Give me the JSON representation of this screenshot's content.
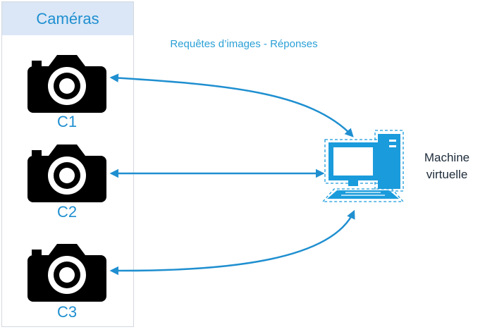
{
  "panel": {
    "title": "Caméras"
  },
  "cameras": [
    {
      "label": "C1"
    },
    {
      "label": "C2"
    },
    {
      "label": "C3"
    }
  ],
  "connection_label": "Requêtes d’images - Réponses",
  "vm": {
    "line1": "Machine",
    "line2": "virtuelle"
  },
  "colors": {
    "accent": "#1f8fd0",
    "header_bg": "#dbe7f6",
    "camera": "#000000",
    "computer": "#1a9bdc",
    "arrow": "#1f8fd0"
  },
  "icons": {
    "camera": "camera-icon",
    "computer": "computer-icon"
  }
}
